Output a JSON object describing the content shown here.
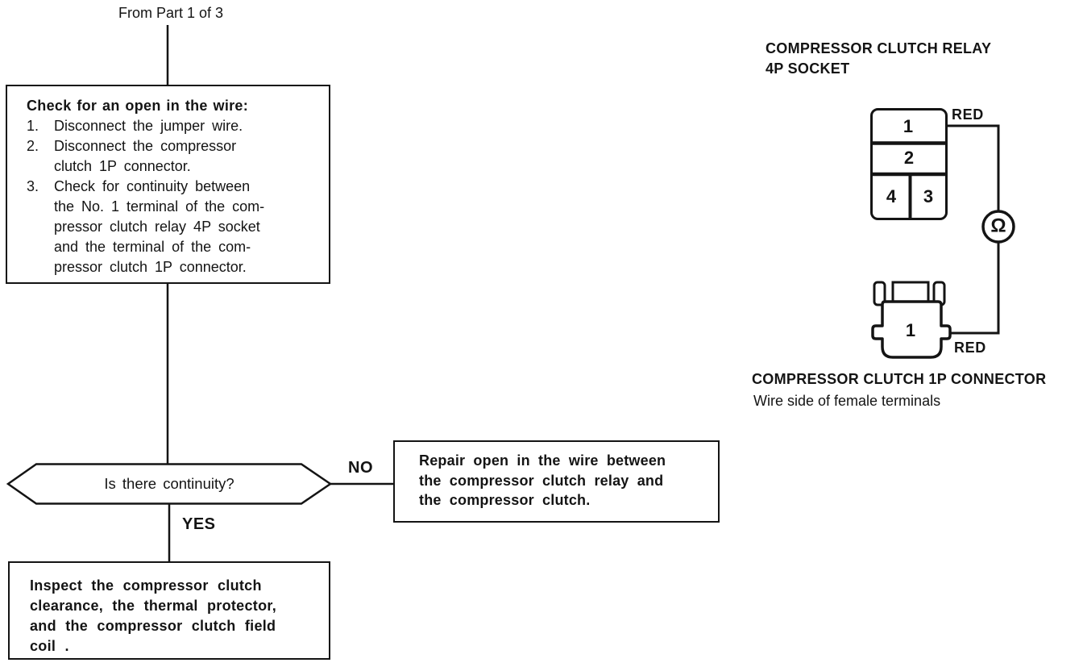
{
  "colors": {
    "ink": "#141414",
    "paper": "#ffffff"
  },
  "flowchart": {
    "from_label": "From Part 1 of 3",
    "check_box": {
      "title": "Check for an open in the wire:",
      "steps": [
        {
          "num": "1.",
          "lines": [
            "Disconnect the jumper wire."
          ]
        },
        {
          "num": "2.",
          "lines": [
            "Disconnect the compressor",
            "clutch 1P connector."
          ]
        },
        {
          "num": "3.",
          "lines": [
            "Check for continuity between",
            "the No. 1 terminal of the com-",
            "pressor clutch relay 4P socket",
            "and the terminal of the com-",
            "pressor clutch 1P connector."
          ]
        }
      ]
    },
    "decision": {
      "question": "Is there continuity?",
      "no_label": "NO",
      "yes_label": "YES"
    },
    "repair_box": {
      "lines": [
        "Repair open in the wire between",
        "the compressor clutch relay and",
        "the compressor clutch."
      ]
    },
    "inspect_box": {
      "lines": [
        "Inspect the compressor clutch",
        "clearance, the thermal protector,",
        "and the compressor clutch field",
        "coil ."
      ]
    }
  },
  "diagram": {
    "relay_socket": {
      "title_lines": [
        "COMPRESSOR CLUTCH RELAY",
        "4P SOCKET"
      ],
      "terminals": {
        "t1": "1",
        "t2": "2",
        "t4": "4",
        "t3": "3"
      },
      "wire_label": "RED"
    },
    "ohmmeter_symbol": "Ω",
    "connector_1p": {
      "terminal": "1",
      "wire_label": "RED",
      "title": "COMPRESSOR CLUTCH 1P CONNECTOR",
      "subtitle": "Wire side of female terminals"
    }
  }
}
